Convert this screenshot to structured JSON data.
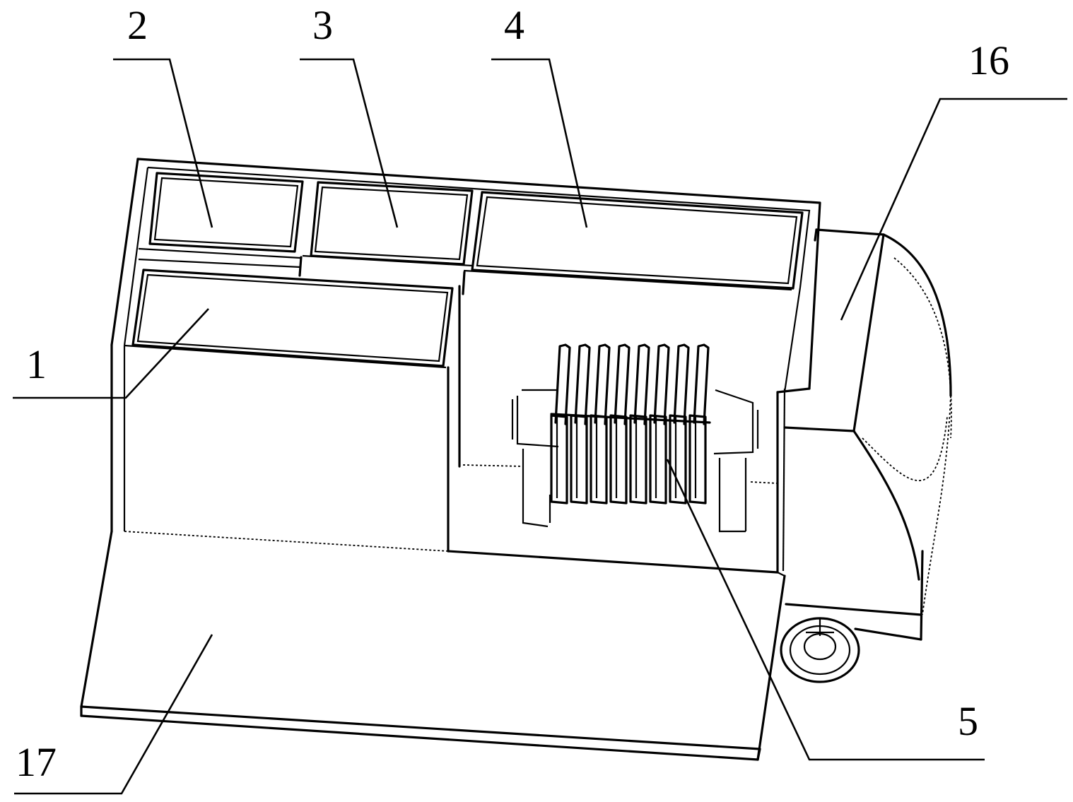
{
  "callouts": {
    "c1": "1",
    "c2": "2",
    "c3": "3",
    "c4": "4",
    "c5": "5",
    "c16": "16",
    "c17": "17"
  }
}
